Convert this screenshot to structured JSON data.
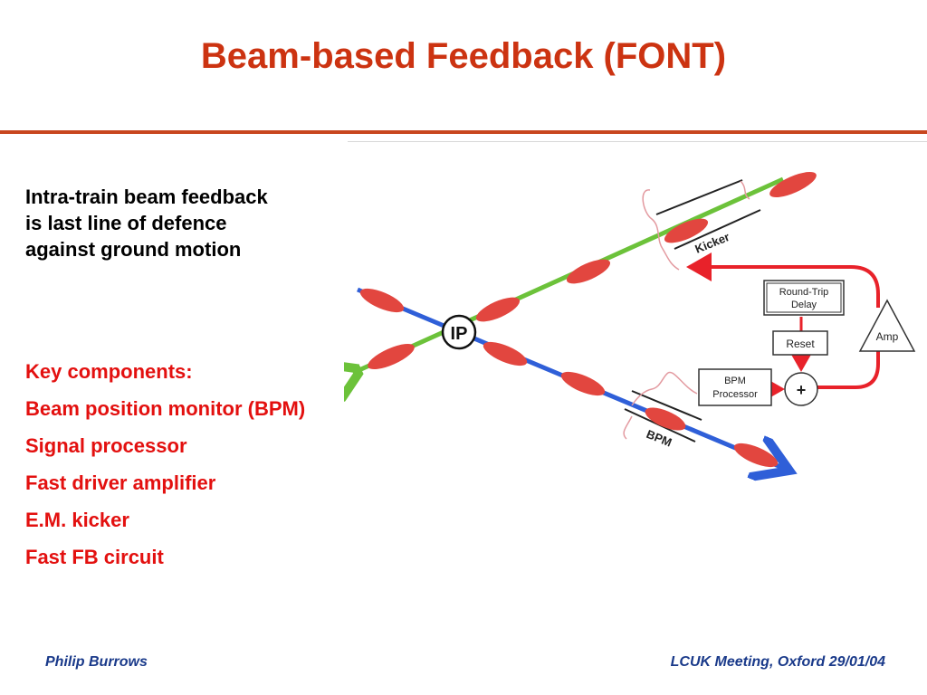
{
  "title": "Beam-based Feedback (FONT)",
  "intro_lines": [
    "Intra-train beam feedback",
    "is last line of defence",
    "against ground motion"
  ],
  "key_components": {
    "heading": "Key components:",
    "items": [
      "Beam position monitor (BPM)",
      "Signal processor",
      "Fast driver amplifier",
      "E.M. kicker",
      "Fast FB circuit"
    ]
  },
  "diagram": {
    "ip_label": "IP",
    "kicker_label": "Kicker",
    "bpm_label": "BPM",
    "round_trip_line1": "Round-Trip",
    "round_trip_line2": "Delay",
    "reset_label": "Reset",
    "amp_label": "Amp",
    "bpm_processor_line1": "BPM",
    "bpm_processor_line2": "Processor",
    "sum_label": "+",
    "colors": {
      "green_beam": "#6cc23a",
      "blue_beam": "#2f5fd8",
      "bunch": "#e2463f",
      "feedback_wire": "#e8222a"
    }
  },
  "footer": {
    "left": "Philip Burrows",
    "right": "LCUK Meeting, Oxford 29/01/04"
  }
}
